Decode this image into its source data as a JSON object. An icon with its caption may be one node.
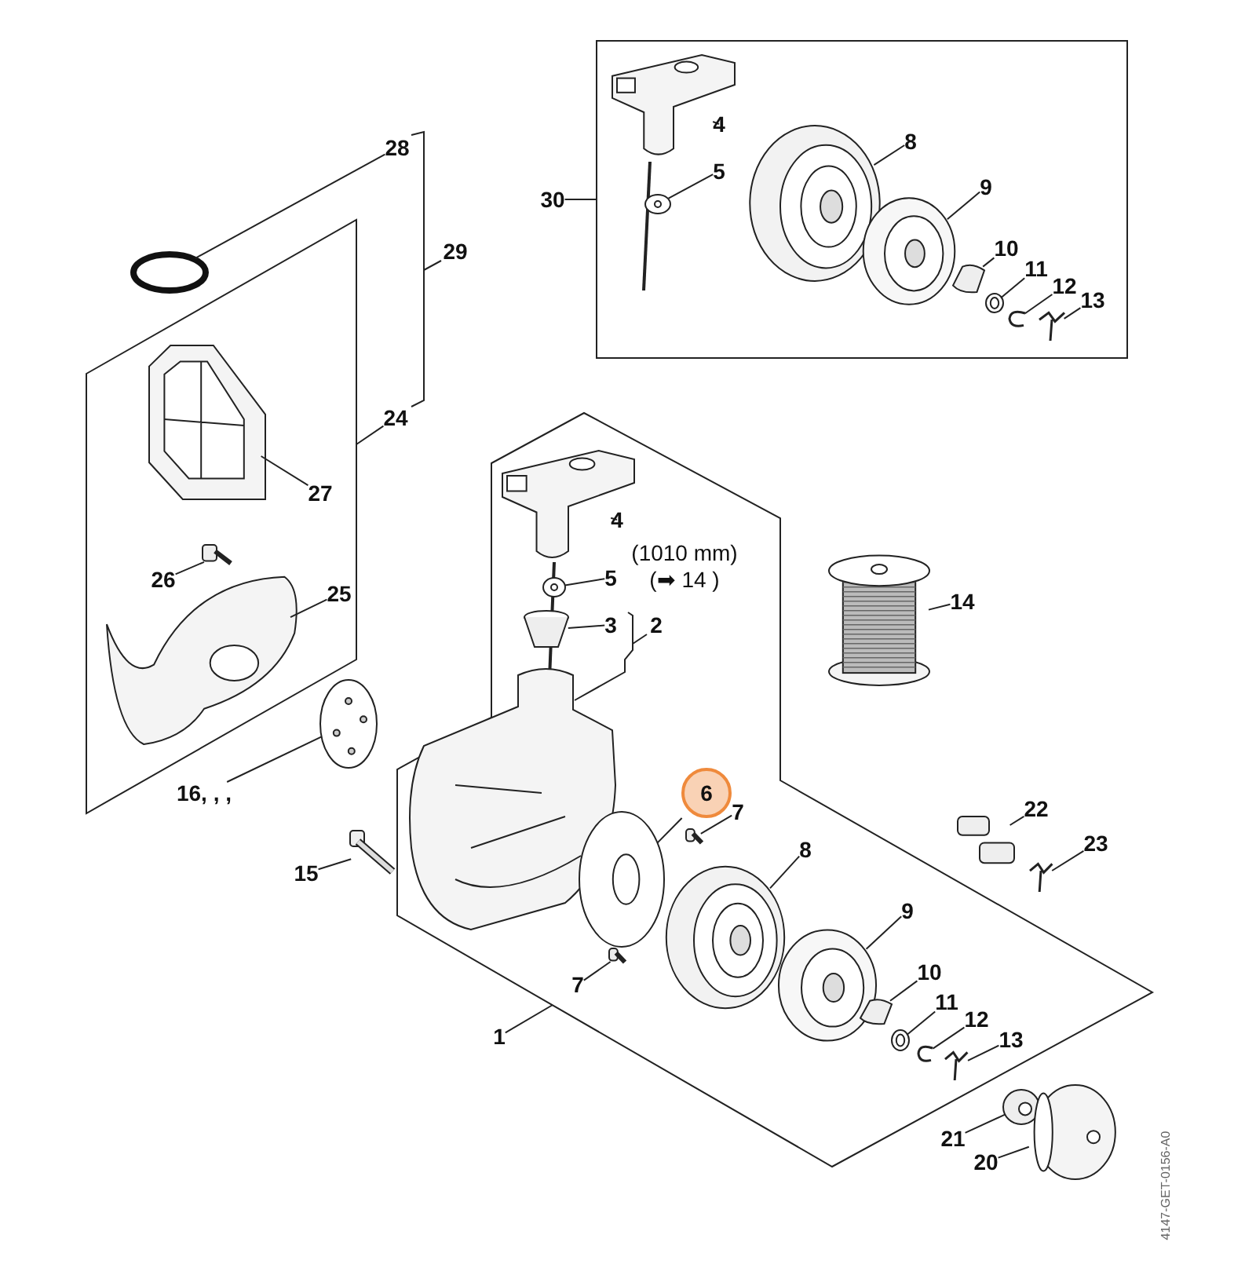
{
  "diagram": {
    "nodes": [
      {
        "text": [],
        "shape": "box"
      },
      {
        "text": [
          "30"
        ]
      },
      {
        "text": [],
        "shape": "picture",
        "in": 0
      },
      {
        "text": [
          "4"
        ],
        "in": 0
      },
      {
        "text": [],
        "shape": "picture",
        "in": 0
      },
      {
        "text": [
          "5"
        ],
        "in": 0
      },
      {
        "text": [],
        "shape": "picture",
        "in": 0
      },
      {
        "text": [
          "8"
        ],
        "in": 0
      },
      {
        "text": [],
        "shape": "picture",
        "in": 0
      },
      {
        "text": [
          "9"
        ],
        "in": 0
      },
      {
        "text": [],
        "shape": "picture",
        "in": 0
      },
      {
        "text": [
          "10"
        ],
        "in": 0
      },
      {
        "text": [],
        "shape": "picture",
        "in": 0
      },
      {
        "text": [
          "11"
        ],
        "in": 0
      },
      {
        "text": [],
        "shape": "picture",
        "in": 0
      },
      {
        "text": [
          "12"
        ],
        "in": 0
      },
      {
        "text": [],
        "shape": "picture",
        "in": 0
      },
      {
        "text": [
          "13"
        ],
        "in": 0
      },
      {
        "text": [
          "28"
        ]
      },
      {
        "text": [],
        "shape": "circle"
      },
      {
        "text": [],
        "shape": "box"
      },
      {
        "text": [
          "24"
        ]
      },
      {
        "text": [],
        "shape": "picture",
        "in": 20
      },
      {
        "text": [
          "27"
        ],
        "in": 20
      },
      {
        "text": [],
        "shape": "picture",
        "in": 20
      },
      {
        "text": [
          "26"
        ],
        "in": 20
      },
      {
        "text": [],
        "shape": "picture",
        "in": 20
      },
      {
        "text": [
          "25"
        ],
        "in": 20
      },
      {
        "text": [],
        "shape": "box"
      },
      {
        "text": [],
        "shape": "picture",
        "in": 28
      },
      {
        "text": [
          "4"
        ],
        "in": 28
      },
      {
        "text": [],
        "shape": "picture",
        "in": 28
      },
      {
        "text": [
          "5"
        ],
        "in": 28
      },
      {
        "text": [],
        "shape": "picture",
        "in": 28
      },
      {
        "text": [
          "3"
        ],
        "in": 28
      },
      {
        "text": [],
        "shape": "picture"
      },
      {
        "text": [
          "14"
        ]
      },
      {
        "text": [],
        "shape": "picture"
      },
      {
        "text": [
          "16, , ,"
        ]
      },
      {
        "text": [
          "6"
        ],
        "in": 28
      },
      {
        "text": [],
        "shape": "picture",
        "in": 28
      },
      {
        "text": [
          "7"
        ],
        "in": 28
      },
      {
        "text": [],
        "shape": "picture",
        "in": 28
      },
      {
        "text": [
          "15"
        ]
      },
      {
        "text": [],
        "shape": "picture"
      },
      {
        "text": [
          "22"
        ]
      },
      {
        "text": [],
        "shape": "picture"
      },
      {
        "text": [
          "23"
        ]
      },
      {
        "text": [],
        "shape": "picture"
      },
      {
        "text": [
          "8"
        ],
        "in": 28
      },
      {
        "text": [],
        "shape": "picture",
        "in": 28
      },
      {
        "text": [
          "9"
        ],
        "in": 28
      },
      {
        "text": [],
        "shape": "picture",
        "in": 28
      },
      {
        "text": [
          "7"
        ],
        "in": 28
      },
      {
        "text": [],
        "shape": "picture",
        "in": 28
      },
      {
        "text": [
          "10"
        ],
        "in": 28
      },
      {
        "text": [],
        "shape": "picture",
        "in": 28
      },
      {
        "text": [
          "11"
        ],
        "in": 28
      },
      {
        "text": [],
        "shape": "picture",
        "in": 28
      },
      {
        "text": [
          "12"
        ],
        "in": 28
      },
      {
        "text": [],
        "shape": "picture",
        "in": 28
      },
      {
        "text": [
          "13"
        ],
        "in": 28
      },
      {
        "text": [],
        "shape": "picture",
        "in": 28
      },
      {
        "text": [
          "1"
        ]
      },
      {
        "text": [
          "21"
        ]
      },
      {
        "text": [],
        "shape": "picture"
      },
      {
        "text": [
          "20"
        ]
      },
      {
        "text": [],
        "shape": "picture"
      }
    ],
    "edges": [
      {
        "from": 1,
        "to": 0,
        "arrow": "none"
      },
      {
        "from": 3,
        "to": 2,
        "arrow": "none"
      },
      {
        "from": 5,
        "to": 4,
        "arrow": "none"
      },
      {
        "from": 7,
        "to": 6,
        "arrow": "none"
      },
      {
        "from": 9,
        "to": 8,
        "arrow": "none"
      },
      {
        "from": 11,
        "to": 10,
        "arrow": "none"
      },
      {
        "from": 13,
        "to": 12,
        "arrow": "none"
      },
      {
        "from": 15,
        "to": 14,
        "arrow": "none"
      },
      {
        "from": 17,
        "to": 16,
        "arrow": "none"
      },
      {
        "from": 18,
        "to": 19,
        "arrow": "none"
      },
      {
        "from": 21,
        "to": 20,
        "arrow": "none"
      },
      {
        "from": 23,
        "to": 22,
        "arrow": "none"
      },
      {
        "from": 25,
        "to": 24,
        "arrow": "none"
      },
      {
        "from": 27,
        "to": 26,
        "arrow": "none"
      },
      {
        "from": 30,
        "to": 29,
        "arrow": "none"
      },
      {
        "from": 32,
        "to": 31,
        "arrow": "none"
      },
      {
        "from": 34,
        "to": 33,
        "arrow": "none"
      },
      {
        "from": 36,
        "to": 35,
        "arrow": "none"
      },
      {
        "from": 38,
        "to": 37,
        "arrow": "none"
      },
      {
        "from": 39,
        "to": 40,
        "arrow": "none"
      },
      {
        "from": 41,
        "to": 42,
        "arrow": "none"
      },
      {
        "from": 43,
        "to": 44,
        "arrow": "none"
      },
      {
        "from": 45,
        "to": 46,
        "arrow": "none"
      },
      {
        "from": 47,
        "to": 48,
        "arrow": "none"
      },
      {
        "from": 49,
        "to": 50,
        "arrow": "none"
      },
      {
        "from": 51,
        "to": 52,
        "arrow": "none"
      },
      {
        "from": 53,
        "to": 54,
        "arrow": "none"
      },
      {
        "from": 55,
        "to": 56,
        "arrow": "none"
      },
      {
        "from": 57,
        "to": 58,
        "arrow": "none"
      },
      {
        "from": 59,
        "to": 60,
        "arrow": "none"
      },
      {
        "from": 61,
        "to": 62,
        "arrow": "none"
      },
      {
        "from": 63,
        "to": 28,
        "arrow": "none"
      },
      {
        "from": 64,
        "to": 65,
        "arrow": "none"
      },
      {
        "from": 66,
        "to": 67,
        "arrow": "none"
      }
    ],
    "labels": [
      "29",
      "(1010 mm)",
      "(➡ 14 )",
      "2",
      "4147-GET-0156-A0"
    ]
  }
}
